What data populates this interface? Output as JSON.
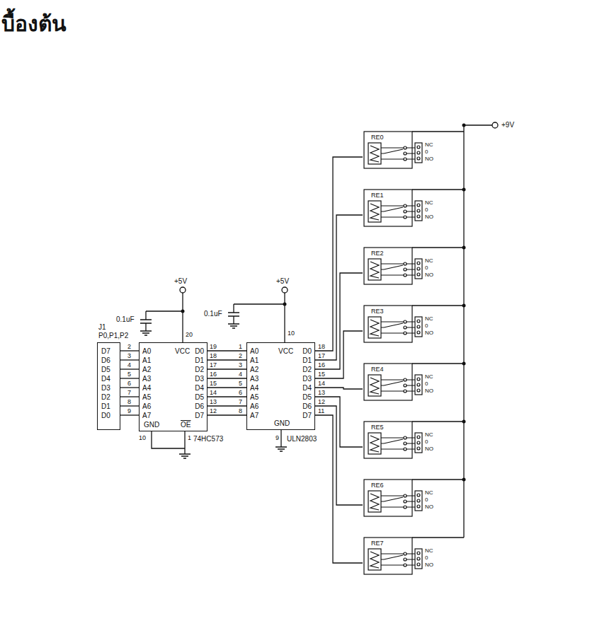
{
  "diagram": {
    "title": "บื้องต้น",
    "nodes": [
      {
        "text": [
          "J1",
          "P0,P1,P2",
          "D7",
          "D6",
          "D5",
          "D4",
          "D3",
          "D2",
          "D1",
          "D0"
        ]
      },
      {
        "text": [
          "A0",
          "A1",
          "A2",
          "A3",
          "A4",
          "A5",
          "A6",
          "A7",
          "VCC",
          "D0",
          "D1",
          "D2",
          "D3",
          "D4",
          "D5",
          "D6",
          "D7",
          "GND",
          "OE",
          "74HC573"
        ]
      },
      {
        "text": [
          "A0",
          "A1",
          "A2",
          "A3",
          "A4",
          "A5",
          "A6",
          "A7",
          "VCC",
          "D0",
          "D1",
          "D2",
          "D3",
          "D4",
          "D5",
          "D6",
          "D7",
          "GND",
          "ULN2803"
        ]
      },
      {
        "text": [
          "RE0",
          "NC",
          "0",
          "NO"
        ]
      },
      {
        "text": [
          "RE1",
          "NC",
          "0",
          "NO"
        ]
      },
      {
        "text": [
          "RE2",
          "NC",
          "0",
          "NO"
        ]
      },
      {
        "text": [
          "RE3",
          "NC",
          "0",
          "NO"
        ]
      },
      {
        "text": [
          "RE4",
          "NC",
          "0",
          "NO"
        ]
      },
      {
        "text": [
          "RE5",
          "NC",
          "0",
          "NO"
        ]
      },
      {
        "text": [
          "RE6",
          "NC",
          "0",
          "NO"
        ]
      },
      {
        "text": [
          "RE7",
          "NC",
          "0",
          "NO"
        ]
      }
    ],
    "edges": [
      {
        "from": 0,
        "to": 1,
        "arrow": "none"
      },
      {
        "from": 0,
        "to": 1,
        "arrow": "none"
      },
      {
        "from": 0,
        "to": 1,
        "arrow": "none"
      },
      {
        "from": 0,
        "to": 1,
        "arrow": "none"
      },
      {
        "from": 0,
        "to": 1,
        "arrow": "none"
      },
      {
        "from": 0,
        "to": 1,
        "arrow": "none"
      },
      {
        "from": 0,
        "to": 1,
        "arrow": "none"
      },
      {
        "from": 0,
        "to": 1,
        "arrow": "none"
      },
      {
        "from": 1,
        "to": 2,
        "arrow": "none"
      },
      {
        "from": 1,
        "to": 2,
        "arrow": "none"
      },
      {
        "from": 1,
        "to": 2,
        "arrow": "none"
      },
      {
        "from": 1,
        "to": 2,
        "arrow": "none"
      },
      {
        "from": 1,
        "to": 2,
        "arrow": "none"
      },
      {
        "from": 1,
        "to": 2,
        "arrow": "none"
      },
      {
        "from": 1,
        "to": 2,
        "arrow": "none"
      },
      {
        "from": 1,
        "to": 2,
        "arrow": "none"
      },
      {
        "from": 2,
        "to": 3,
        "arrow": "none"
      },
      {
        "from": 2,
        "to": 4,
        "arrow": "none"
      },
      {
        "from": 2,
        "to": 5,
        "arrow": "none"
      },
      {
        "from": 2,
        "to": 6,
        "arrow": "none"
      },
      {
        "from": 2,
        "to": 7,
        "arrow": "none"
      },
      {
        "from": 2,
        "to": 8,
        "arrow": "none"
      },
      {
        "from": 2,
        "to": 9,
        "arrow": "none"
      },
      {
        "from": 2,
        "to": 10,
        "arrow": "none"
      }
    ],
    "labels": [
      "+5V",
      "0.1uF",
      "20",
      "2",
      "3",
      "4",
      "5",
      "6",
      "7",
      "8",
      "9",
      "19",
      "18",
      "17",
      "16",
      "15",
      "14",
      "13",
      "12",
      "10",
      "1",
      "+5V",
      "0.1uF",
      "10",
      "1",
      "2",
      "3",
      "4",
      "5",
      "6",
      "7",
      "8",
      "18",
      "17",
      "16",
      "15",
      "14",
      "13",
      "12",
      "11",
      "9",
      "+9V"
    ]
  }
}
